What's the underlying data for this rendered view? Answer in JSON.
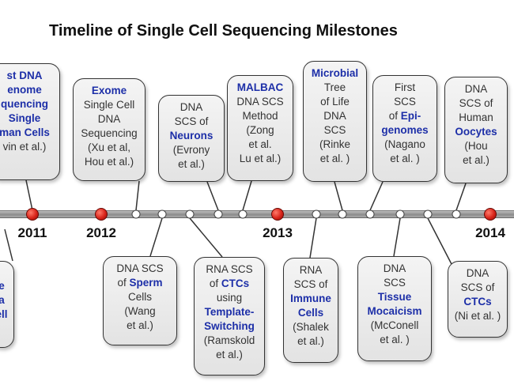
{
  "title": "Timeline of  Single Cell Sequencing Milestones",
  "colors": {
    "highlight": "#1d2fa8",
    "year_dot": "#d8241a",
    "box_fill": "#ececec"
  },
  "years": [
    {
      "label": "2011"
    },
    {
      "label": "2012"
    },
    {
      "label": "2013"
    },
    {
      "label": "2014"
    }
  ],
  "milestones_top": [
    {
      "lines": [
        [
          "st DNA",
          "hl"
        ],
        [
          "enome",
          "hl"
        ],
        [
          "quencing",
          "hl"
        ],
        [
          "Single",
          "hl"
        ],
        [
          "man Cells",
          "hl"
        ],
        [
          "vin et al.)",
          "ds"
        ]
      ]
    },
    {
      "lines": [
        [
          "Exome",
          "hl"
        ],
        [
          "Single Cell",
          "ds"
        ],
        [
          "DNA",
          "ds"
        ],
        [
          "Sequencing",
          "ds"
        ],
        [
          "(Xu et al,",
          "ds"
        ],
        [
          "Hou et al.)",
          "ds"
        ]
      ]
    },
    {
      "lines": [
        [
          "DNA",
          "ds"
        ],
        [
          "SCS of",
          "ds"
        ],
        [
          "Neurons",
          "hl"
        ],
        [
          "(Evrony",
          "ds"
        ],
        [
          "et al.)",
          "ds"
        ]
      ]
    },
    {
      "lines": [
        [
          "MALBAC",
          "hl"
        ],
        [
          "DNA SCS",
          "ds"
        ],
        [
          "Method",
          "ds"
        ],
        [
          "(Zong",
          "ds"
        ],
        [
          "et al.",
          "ds"
        ],
        [
          "Lu et al.)",
          "ds"
        ]
      ]
    },
    {
      "lines": [
        [
          "Microbial",
          "hl"
        ],
        [
          "Tree",
          "ds"
        ],
        [
          "of Life",
          "ds"
        ],
        [
          "DNA",
          "ds"
        ],
        [
          "SCS",
          "ds"
        ],
        [
          "(Rinke",
          "ds"
        ],
        [
          "et al. )",
          "ds"
        ]
      ]
    },
    {
      "lines": [
        [
          "First",
          "ds"
        ],
        [
          "SCS",
          "ds"
        ],
        [
          "of Epi-",
          "mix"
        ],
        [
          "genomes",
          "hl"
        ],
        [
          "(Nagano",
          "ds"
        ],
        [
          "et al. )",
          "ds"
        ]
      ]
    },
    {
      "lines": [
        [
          "DNA",
          "ds"
        ],
        [
          "SCS of",
          "ds"
        ],
        [
          "Human",
          "ds"
        ],
        [
          "Oocytes",
          "hl"
        ],
        [
          "(Hou",
          "ds"
        ],
        [
          "et al.)",
          "ds"
        ]
      ]
    }
  ],
  "milestones_bottom": [
    {
      "lines": [
        [
          "e",
          "hl"
        ],
        [
          "a",
          "hl"
        ],
        [
          "ell",
          "hl"
        ]
      ]
    },
    {
      "lines": [
        [
          "DNA SCS",
          "ds"
        ],
        [
          "of Sperm",
          "mix2"
        ],
        [
          "Cells",
          "ds"
        ],
        [
          "(Wang",
          "ds"
        ],
        [
          "et al.)",
          "ds"
        ]
      ]
    },
    {
      "lines": [
        [
          "RNA SCS",
          "ds"
        ],
        [
          "of CTCs",
          "mix2"
        ],
        [
          "using",
          "ds"
        ],
        [
          "Template-",
          "hl"
        ],
        [
          "Switching",
          "hl"
        ],
        [
          "(Ramskold",
          "ds"
        ],
        [
          "et al.)",
          "ds"
        ]
      ]
    },
    {
      "lines": [
        [
          "RNA",
          "ds"
        ],
        [
          "SCS of",
          "ds"
        ],
        [
          "Immune",
          "hl"
        ],
        [
          "Cells",
          "hl"
        ],
        [
          "(Shalek",
          "ds"
        ],
        [
          "et al.)",
          "ds"
        ]
      ]
    },
    {
      "lines": [
        [
          "DNA",
          "ds"
        ],
        [
          "SCS",
          "ds"
        ],
        [
          "Tissue",
          "hl"
        ],
        [
          "Mocaicism",
          "hl"
        ],
        [
          "(McConell",
          "ds"
        ],
        [
          "et al. )",
          "ds"
        ]
      ]
    },
    {
      "lines": [
        [
          "DNA",
          "ds"
        ],
        [
          "SCS of",
          "ds"
        ],
        [
          "CTCs",
          "hl"
        ],
        [
          "(Ni et al. )",
          "ds"
        ]
      ]
    }
  ]
}
